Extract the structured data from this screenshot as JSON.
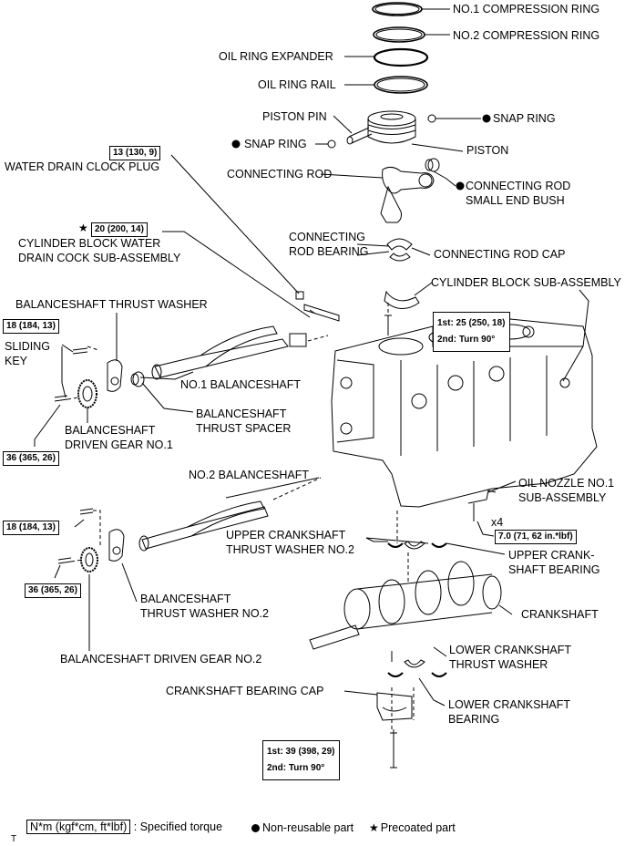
{
  "labels": {
    "no1_ring": "NO.1 COMPRESSION RING",
    "no2_ring": "NO.2 COMPRESSION RING",
    "oil_expander": "OIL RING EXPANDER",
    "oil_rail": "OIL RING RAIL",
    "piston_pin": "PISTON PIN",
    "snap_ring_right": "SNAP RING",
    "snap_ring_left": "SNAP RING",
    "piston": "PISTON",
    "connecting_rod": "CONNECTING ROD",
    "small_end_bush_1": "CONNECTING ROD",
    "small_end_bush_2": "SMALL END BUSH",
    "drain_plug": "WATER DRAIN CLOCK PLUG",
    "drain_cock_1": "CYLINDER BLOCK WATER",
    "drain_cock_2": "DRAIN COCK SUB-ASSEMBLY",
    "rod_bearing_1": "CONNECTING",
    "rod_bearing_2": "ROD BEARING",
    "rod_cap": "CONNECTING ROD CAP",
    "block": "CYLINDER BLOCK SUB-ASSEMBLY",
    "bal_thrust_washer": "BALANCESHAFT THRUST WASHER",
    "sliding_key_1": "SLIDING",
    "sliding_key_2": "KEY",
    "no1_balanceshaft": "NO.1 BALANCESHAFT",
    "thrust_spacer_1": "BALANCESHAFT",
    "thrust_spacer_2": "THRUST SPACER",
    "driven_gear1_1": "BALANCESHAFT",
    "driven_gear1_2": "DRIVEN GEAR NO.1",
    "no2_balanceshaft": "NO.2 BALANCESHAFT",
    "oil_nozzle_1": "OIL NOZZLE NO.1",
    "oil_nozzle_2": "SUB-ASSEMBLY",
    "x4": "x4",
    "upper_thrust_1": "UPPER CRANKSHAFT",
    "upper_thrust_2": "THRUST WASHER NO.2",
    "upper_bearing_1": "UPPER CRANK-",
    "upper_bearing_2": "SHAFT BEARING",
    "bal_washer2_1": "BALANCESHAFT",
    "bal_washer2_2": "THRUST WASHER NO.2",
    "crankshaft": "CRANKSHAFT",
    "driven_gear2": "BALANCESHAFT DRIVEN GEAR NO.2",
    "lower_thrust_1": "LOWER CRANKSHAFT",
    "lower_thrust_2": "THRUST WASHER",
    "bearing_cap": "CRANKSHAFT BEARING CAP",
    "lower_bearing_1": "LOWER CRANKSHAFT",
    "lower_bearing_2": "BEARING"
  },
  "torques": {
    "drain_plug": "13 (130, 9)",
    "drain_cock": "20 (200, 14)",
    "rod_cap_1st": "1st: 25 (250, 18)",
    "rod_cap_2nd": "2nd: Turn 90°",
    "bal_bolt_1": "18 (184, 13)",
    "gear_bolt_1": "36 (365, 26)",
    "bal_bolt_2": "18 (184, 13)",
    "gear_bolt_2": "36 (365, 26)",
    "oil_nozzle": "7.0 (71, 62 in.*lbf)",
    "main_cap_1st": "1st: 39 (398, 29)",
    "main_cap_2nd": "2nd: Turn 90°"
  },
  "legend": {
    "unit_box": "N*m (kgf*cm, ft*lbf)",
    "unit_text": ": Specified torque",
    "non_reusable": "Non-reusable part",
    "precoated": "Precoated part",
    "corner_mark": "T"
  }
}
